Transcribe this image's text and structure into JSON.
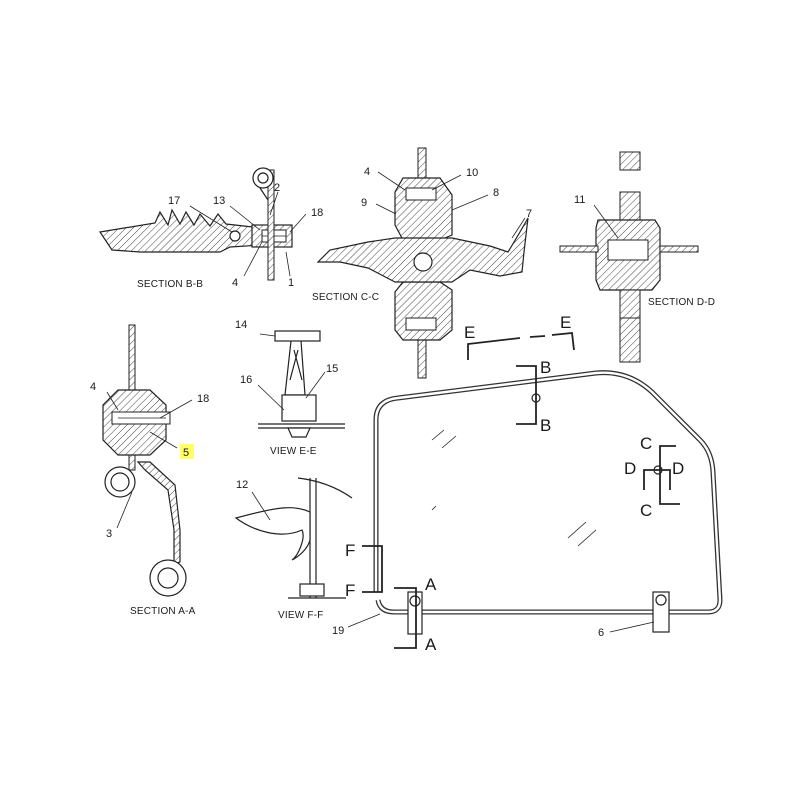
{
  "sections": {
    "a": "SECTION A-A",
    "b": "SECTION B-B",
    "c": "SECTION C-C",
    "d": "SECTION D-D",
    "e": "VIEW E-E",
    "f": "VIEW F-F"
  },
  "callouts": {
    "n1": "1",
    "n2": "2",
    "n3": "3",
    "n4a": "4",
    "n4b": "4",
    "n4c": "4",
    "n5": "5",
    "n6": "6",
    "n7": "7",
    "n8": "8",
    "n9": "9",
    "n10": "10",
    "n11": "11",
    "n12": "12",
    "n13": "13",
    "n14": "14",
    "n15": "15",
    "n16": "16",
    "n17": "17",
    "n18a": "18",
    "n18b": "18",
    "n19": "19"
  },
  "cut_letters": {
    "a1": "A",
    "a2": "A",
    "b1": "B",
    "b2": "B",
    "c1": "C",
    "c2": "C",
    "d1": "D",
    "d2": "D",
    "e1": "E",
    "e2": "E",
    "f1": "F",
    "f2": "F"
  },
  "colors": {
    "highlight": "#ffff66",
    "line": "#222222"
  }
}
